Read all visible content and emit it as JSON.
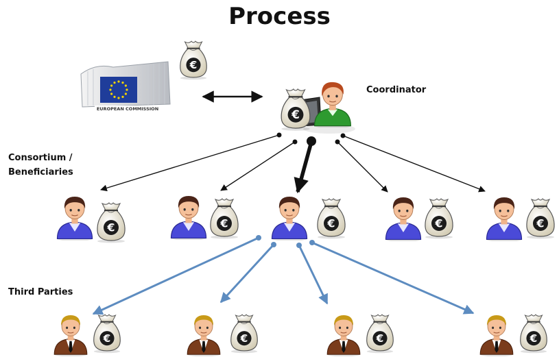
{
  "title": "Process",
  "labels": {
    "coordinator": "Coordinator",
    "consortium_line1": "Consortium /",
    "consortium_line2": "Beneficiaries",
    "third_parties": "Third Parties"
  },
  "logo": {
    "name": "EUROPEAN COMMISSION",
    "flag_color": "#1f3d9a",
    "star_color": "#f5d400"
  },
  "currency_symbol": "€",
  "colors": {
    "black_arrow": "#111111",
    "blue_arrow": "#5d8cc0",
    "coordinator_shirt": "#2e9a30",
    "beneficiary_shirt": "#4a4ad8",
    "third_party_suit": "#7a3c1c",
    "bag": "#e8e2cc"
  },
  "icons": [
    "money-bag-icon",
    "person-icon",
    "european-commission-logo",
    "computer-monitor-icon"
  ]
}
